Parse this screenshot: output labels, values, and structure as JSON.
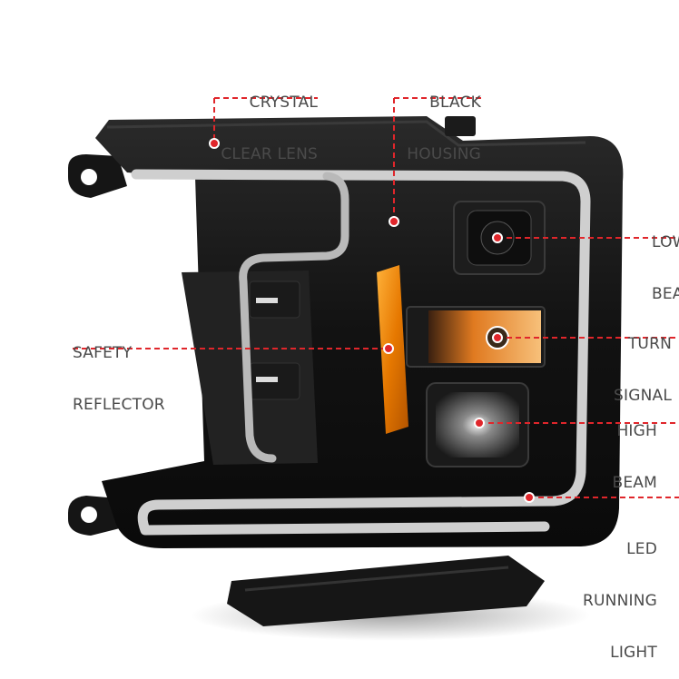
{
  "colors": {
    "callout_line": "#e0262b",
    "callout_dot": "#e0262b",
    "label_text": "#4a4a4a",
    "housing": "#141414",
    "amber": "#f08a10",
    "led_bar": "#d8d8d8"
  },
  "callouts": {
    "crystal_clear_lens": {
      "lines": [
        "CRYSTAL",
        "CLEAR LENS"
      ]
    },
    "black_housing": {
      "lines": [
        "BLACK",
        "HOUSING"
      ]
    },
    "low_beam": {
      "lines": [
        "LOW",
        "BEAM"
      ]
    },
    "turn_signal": {
      "lines": [
        "TURN",
        "SIGNAL"
      ]
    },
    "safety_reflector": {
      "lines": [
        "SAFETY",
        "REFLECTOR"
      ]
    },
    "high_beam": {
      "lines": [
        "HIGH",
        "BEAM"
      ]
    },
    "led_running_light": {
      "lines": [
        "LED",
        "RUNNING",
        "LIGHT"
      ]
    }
  }
}
